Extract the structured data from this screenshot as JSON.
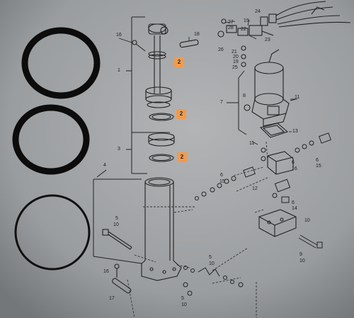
{
  "colors": {
    "paper_light": "#b2b4b6",
    "paper_dark": "#74777a",
    "ink": "#1f1f1f",
    "seal_ring": "#0c0c0c",
    "highlight_tag": "#f29a4c"
  },
  "labels": {
    "n1": "1",
    "n2": "2",
    "n3": "3",
    "n4": "4",
    "n5": "5",
    "n6": "6",
    "n7": "7",
    "n8": "8",
    "n9": "9",
    "n10": "10",
    "n11": "11",
    "n12": "12",
    "n13": "13",
    "n14": "14",
    "n15": "15",
    "n16": "16",
    "n17": "17",
    "n18": "18",
    "n19": "19",
    "n20": "20",
    "n21": "21",
    "n22": "22",
    "n23": "23",
    "n24": "24",
    "n25": "25",
    "n26": "26",
    "n27": "27",
    "n28": "28"
  },
  "highlight_tags": [
    "2",
    "2",
    "2"
  ]
}
